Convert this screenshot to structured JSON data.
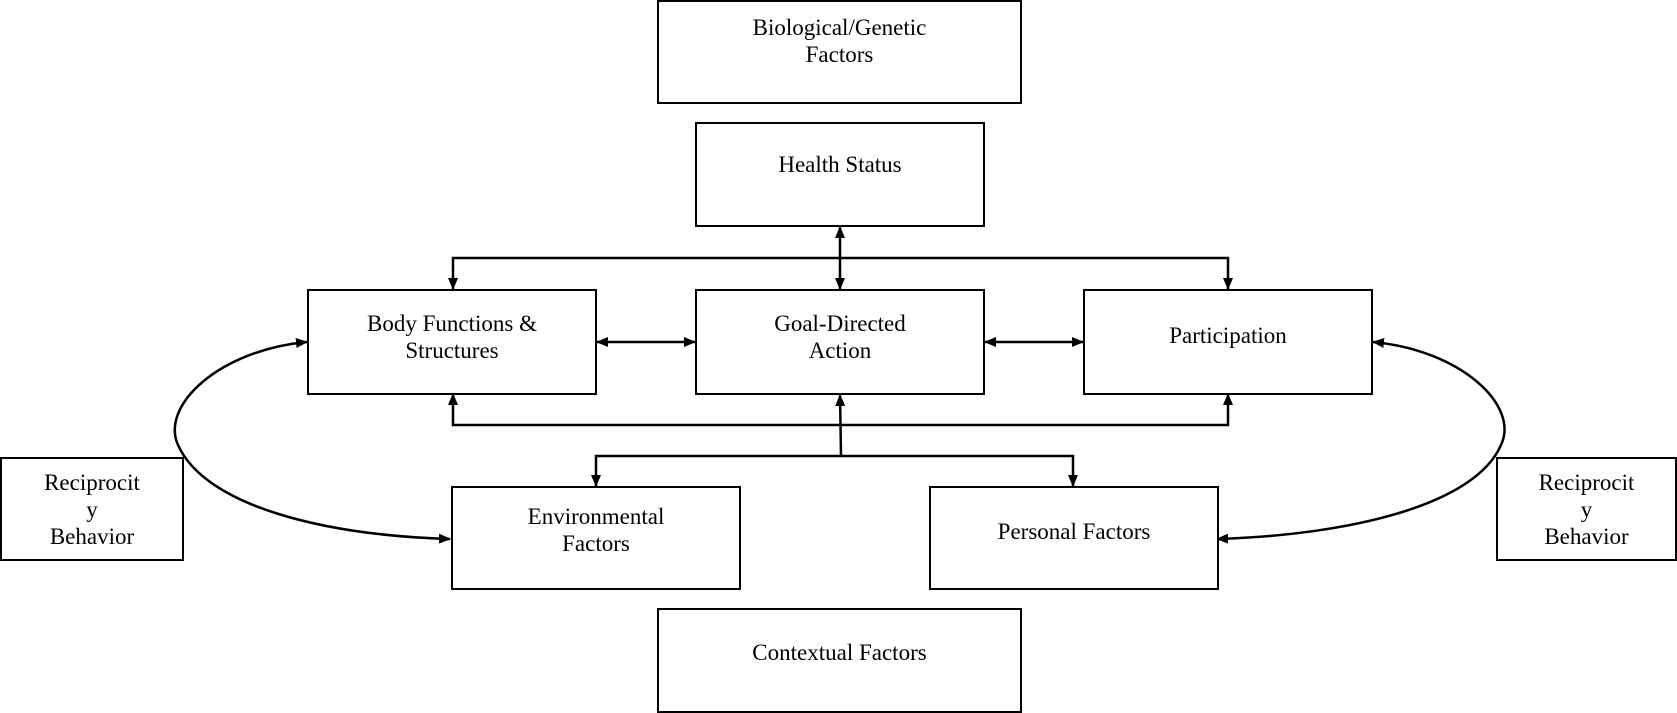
{
  "nodes": {
    "biological": "Biological/Genetic\nFactors",
    "health": "Health Status",
    "body": "Body Functions &\nStructures",
    "goal": "Goal-Directed\nAction",
    "participation": "Participation",
    "environmental": "Environmental\nFactors",
    "personal": "Personal Factors",
    "contextual": "Contextual Factors",
    "reciprocity_left": "Reciprocit\ny\nBehavior",
    "reciprocity_right": "Reciprocit\ny\nBehavior"
  },
  "colors": {
    "stroke": "#000000",
    "background": "#ffffff"
  }
}
